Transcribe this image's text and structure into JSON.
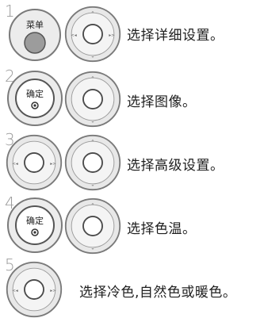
{
  "steps": [
    {
      "number": "1",
      "text": "选择详细设置。",
      "menu_label": "菜单"
    },
    {
      "number": "2",
      "text": "选择图像。",
      "ok_label": "确定"
    },
    {
      "number": "3",
      "text": "选择高级设置。"
    },
    {
      "number": "4",
      "text": "选择色温。",
      "ok_label": "确定"
    },
    {
      "number": "5",
      "text": "选择冷色,自然色或暖色。"
    }
  ],
  "colors": {
    "outline": "#7a7a7a",
    "ring_fill": "#e8e8e8",
    "menu_fill": "#9c9c9c",
    "text": "#1e1e1e"
  },
  "icons": [
    "menu-button-icon",
    "nav-wheel-icon",
    "ok-button-icon",
    "nav-wheel-lr-icon",
    "nav-wheel-partial-icon"
  ]
}
